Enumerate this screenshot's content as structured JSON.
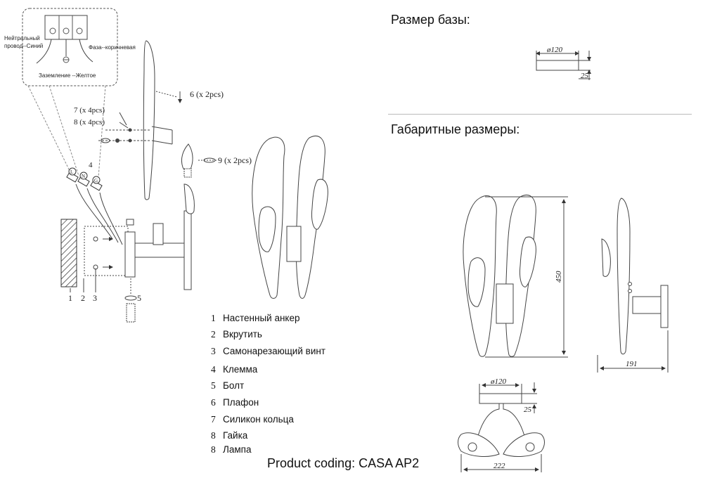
{
  "headings": {
    "base_size": "Размер базы:",
    "overall_size": "Габаритные размеры:"
  },
  "wiring": {
    "neutral": "Нейтральный провод--Синий",
    "neutral_line1": "Нейтральный",
    "neutral_line2": "провод--Синий",
    "phase": "Фаза--коричневая",
    "ground": "Заземление --Желтое"
  },
  "terminals": {
    "L": "L",
    "N": "N",
    "G": "G"
  },
  "callouts": {
    "c1": "1",
    "c2": "2",
    "c3": "3",
    "c4": "4",
    "c5": "5",
    "c6": "6 (x 2pcs)",
    "c7": "7 (x 4pcs)",
    "c8": "8 (x 4pcs)",
    "c9": "9 (x 2pcs)"
  },
  "dimensions": {
    "base_diameter": "ø120",
    "base_height": "25",
    "height": "450",
    "depth": "191",
    "top_diameter": "ø120",
    "top_height": "25",
    "width": "222"
  },
  "legend": [
    {
      "num": "1",
      "text": "Настенный анкер"
    },
    {
      "num": "2",
      "text": "Вкрутить"
    },
    {
      "num": "3",
      "text": "Самонарезающий винт"
    },
    {
      "num": "4",
      "text": "Клемма"
    },
    {
      "num": "5",
      "text": "Болт"
    },
    {
      "num": "6",
      "text": "Плафон"
    },
    {
      "num": "7",
      "text": "Силикон кольца"
    },
    {
      "num": "8",
      "text": "Гайка"
    },
    {
      "num": "8",
      "text": "Лампа"
    }
  ],
  "footer": "Product coding: CASA AP2"
}
